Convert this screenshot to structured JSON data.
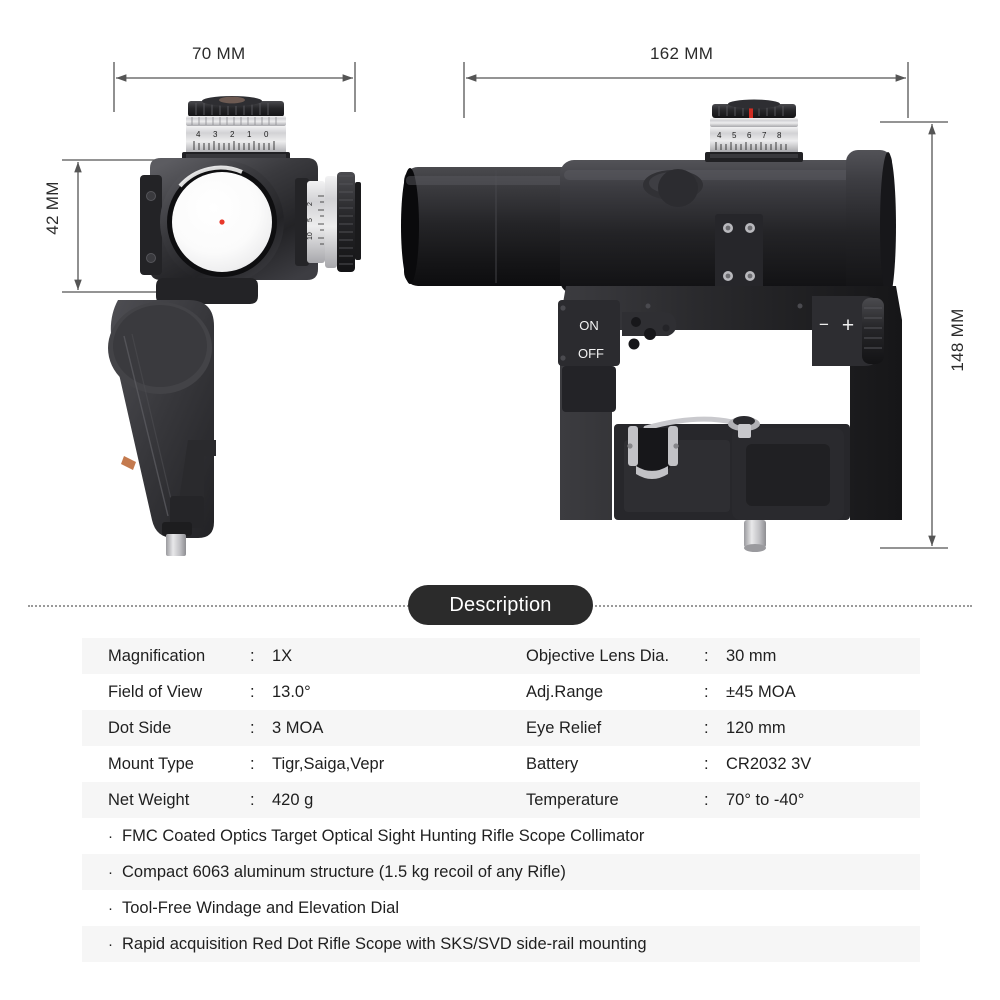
{
  "dimensions": {
    "front_width": "70 MM",
    "front_height": "42 MM",
    "side_length": "162 MM",
    "side_height": "148 MM"
  },
  "product": {
    "switch_on": "ON",
    "switch_off": "OFF",
    "brightness_down": "−",
    "brightness_up": "+",
    "front_turret_ticks": "4 3 2 1 0",
    "side_turret_ticks": "4 5 6 7 8",
    "dot_color": "#e8382a",
    "body_color": "#2a2a2c",
    "turret_metal_color": "#d8d8da"
  },
  "description": {
    "heading": "Description"
  },
  "specs": {
    "rows": [
      {
        "left_key": "Magnification",
        "left_colon": ":",
        "left_value": "1X",
        "right_key": "Objective Lens Dia.",
        "right_colon": ":",
        "right_value": "30 mm"
      },
      {
        "left_key": "Field of View",
        "left_colon": ":",
        "left_value": "13.0°",
        "right_key": "Adj.Range",
        "right_colon": ":",
        "right_value": "±45 MOA"
      },
      {
        "left_key": "Dot Side",
        "left_colon": ":",
        "left_value": "3 MOA",
        "right_key": "Eye Relief",
        "right_colon": ":",
        "right_value": "120 mm"
      },
      {
        "left_key": "Mount Type",
        "left_colon": ":",
        "left_value": "Tigr,Saiga,Vepr",
        "right_key": "Battery",
        "right_colon": ":",
        "right_value": "CR2032 3V"
      },
      {
        "left_key": "Net Weight",
        "left_colon": ":",
        "left_value": "420 g",
        "right_key": "Temperature",
        "right_colon": ":",
        "right_value": "70° to -40°"
      }
    ]
  },
  "features": {
    "bullet_marker": "·",
    "items": [
      "FMC Coated Optics Target Optical Sight Hunting Rifle Scope Collimator",
      "Compact 6063 aluminum structure (1.5 kg recoil of any Rifle)",
      "Tool-Free Windage and Elevation Dial",
      "Rapid acquisition Red Dot Rifle Scope with SKS/SVD side-rail mounting"
    ]
  },
  "theme": {
    "zebra_color": "#f6f6f6",
    "pill_bg": "#2b2b2b",
    "dim_line_color": "#555555"
  }
}
